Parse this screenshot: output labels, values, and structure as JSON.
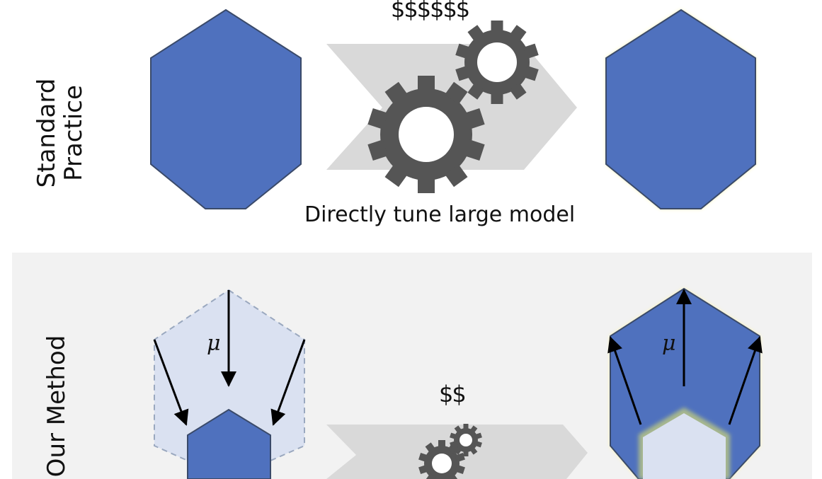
{
  "diagram": {
    "rows": [
      {
        "label_line1": "Standard",
        "label_line2": "Practice",
        "cost": "$$$$$$",
        "caption": "Directly tune large model",
        "input_model": "large-model",
        "output_model": "tuned-large-model"
      },
      {
        "label": "Our Method",
        "cost": "$$",
        "input_symbol": "μ",
        "output_symbol": "μ",
        "input_model": "large-model-shrunk-to-small",
        "output_model": "small-model-expanded-to-large"
      }
    ],
    "icons": [
      "hexagon-model-icon",
      "gear-icon",
      "chevron-arrow-icon",
      "arrow-icon"
    ],
    "colors": {
      "model_blue": "#4f71be",
      "model_outline": "#3a4a6a",
      "ghost_fill": "#dae1f1",
      "ghost_dash": "#9aa8bf",
      "glow_yellow": "#fff59a",
      "gear_gray": "#555555",
      "chevron_gray": "#d9d9d9",
      "panel_gray": "#f2f2f2"
    }
  }
}
